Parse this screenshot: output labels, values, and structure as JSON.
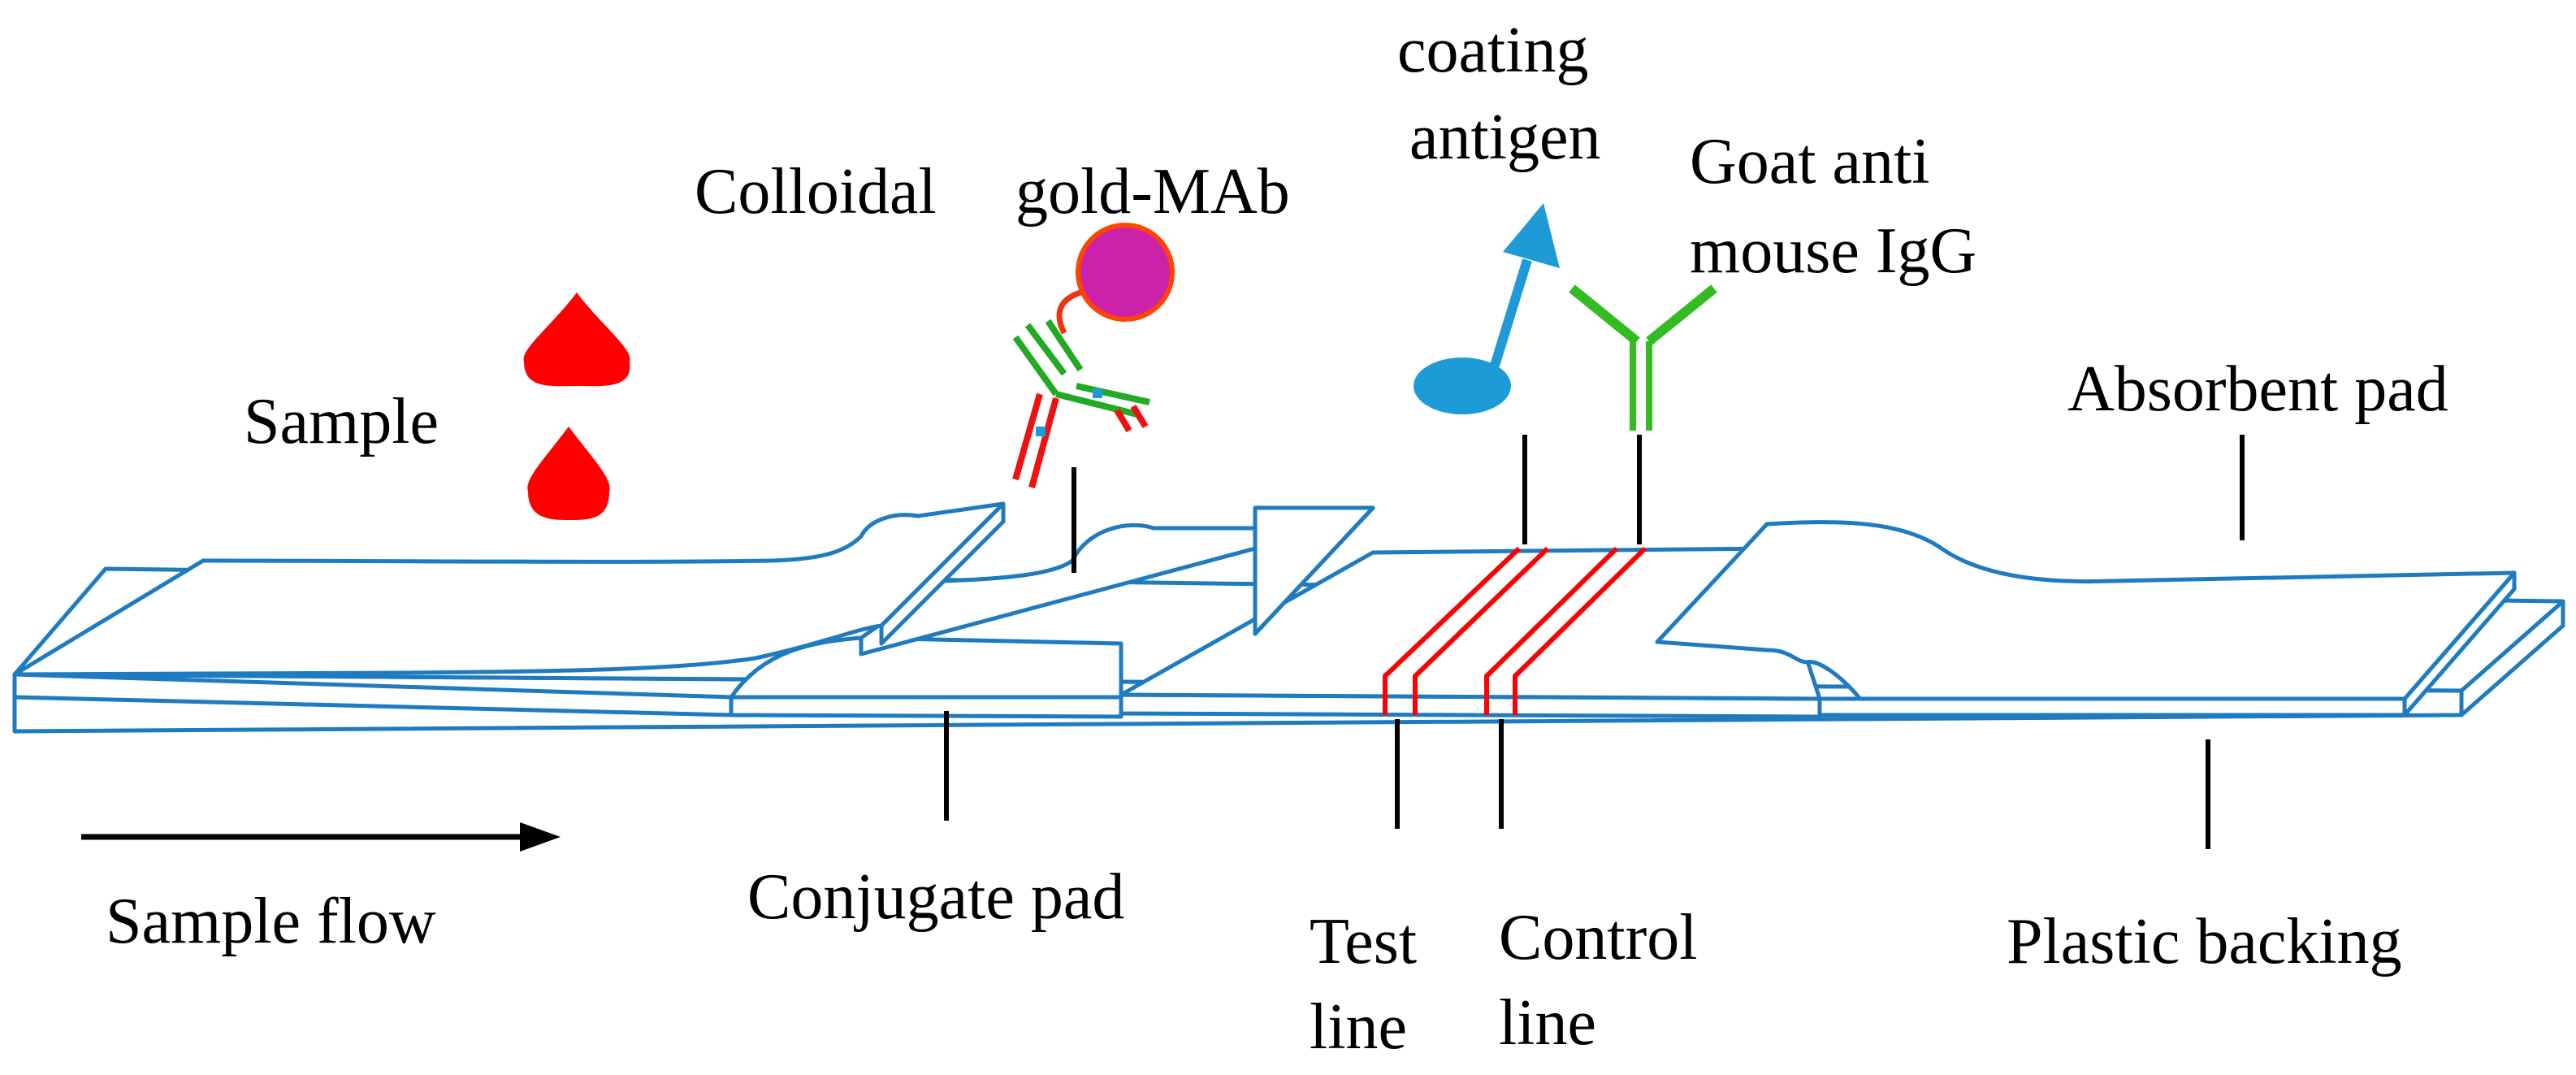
{
  "labels": {
    "colloidal": "Colloidal",
    "gold_mab": "gold-MAb",
    "coating": "coating",
    "antigen": "antigen",
    "goat_anti": "Goat anti",
    "mouse_igg": "mouse IgG",
    "sample": "Sample",
    "absorbent_pad": "Absorbent pad",
    "conjugate_pad": "Conjugate pad",
    "sample_flow": "Sample flow",
    "test": "Test",
    "test_line": "line",
    "control": "Control",
    "control_line": "line",
    "plastic_backing": "Plastic backing"
  },
  "colors": {
    "strip_outline": "#1f7bc0",
    "sample_drop": "#ff0000",
    "gold_particle": "#cc22aa",
    "gold_particle_border": "#ff4400",
    "antibody_green": "#22aa22",
    "antibody_red": "#ee1111",
    "antigen_blue": "#1e9bd7",
    "goat_igg": "#33bb22",
    "test_control_lines": "#ff0000",
    "text": "#000000"
  }
}
